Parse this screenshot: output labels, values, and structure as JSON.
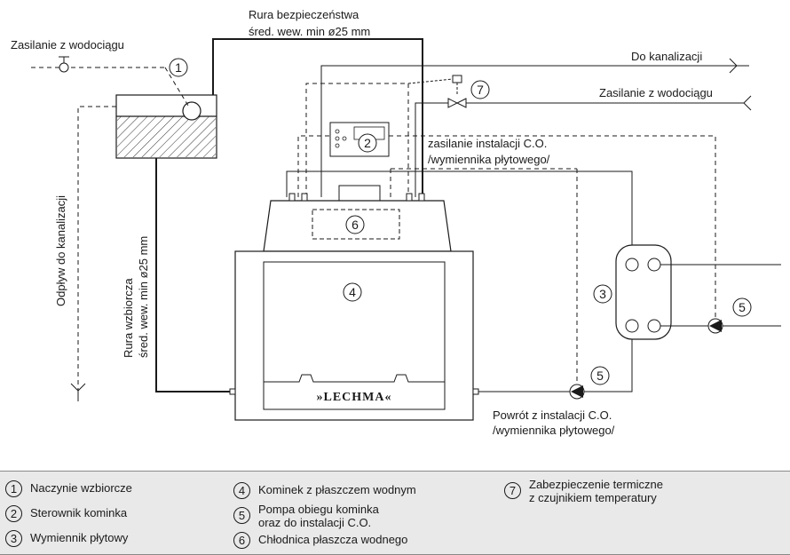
{
  "labels": {
    "zasilanie_left": "Zasilanie z wodociągu",
    "rura_bezp_1": "Rura bezpieczeństwa",
    "rura_bezp_2": "śred. wew. min ø25 mm",
    "do_kanalizacji": "Do kanalizacji",
    "zasilanie_right": "Zasilanie z wodociągu",
    "zasilanie_co_1": "zasilanie instalacji C.O.",
    "zasilanie_co_2": "/wymiennika płytowego/",
    "odplyw": "Odpływ do kanalizacji",
    "rura_wzb_1": "Rura wzbiorcza",
    "rura_wzb_2": "śred. wew. min ø25 mm",
    "powrot_1": "Powrót z instalacji C.O.",
    "powrot_2": "/wymiennika płytowego/",
    "brand": "»LECHMA«"
  },
  "markers": {
    "m1": "1",
    "m2": "2",
    "m3": "3",
    "m4": "4",
    "m5a": "5",
    "m5b": "5",
    "m6": "6",
    "m7": "7"
  },
  "legend": [
    {
      "num": "1",
      "text": "Naczynie wzbiorcze"
    },
    {
      "num": "2",
      "text": "Sterownik kominka"
    },
    {
      "num": "3",
      "text": "Wymiennik płytowy"
    },
    {
      "num": "4",
      "text": "Kominek z płaszczem wodnym"
    },
    {
      "num": "5",
      "text": "Pompa obiegu kominka",
      "text2": "oraz do instalacji C.O."
    },
    {
      "num": "6",
      "text": "Chłodnica płaszcza wodnego"
    },
    {
      "num": "7",
      "text": "Zabezpieczenie termiczne",
      "text2": "z czujnikiem temperatury"
    }
  ]
}
